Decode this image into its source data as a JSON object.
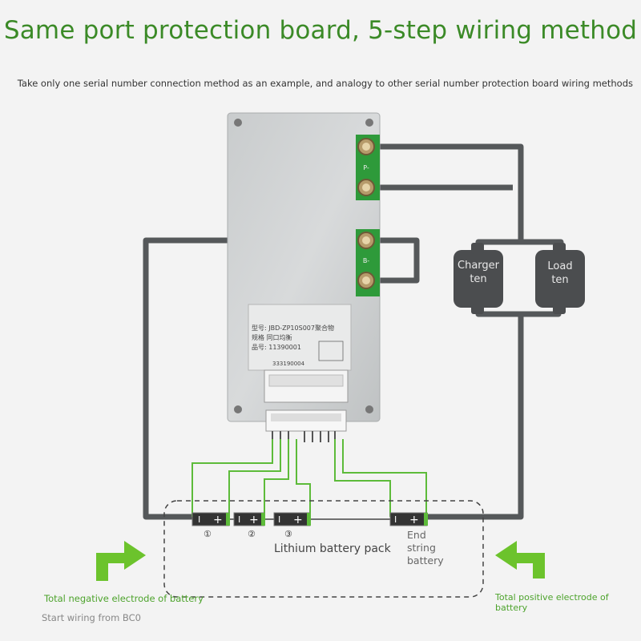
{
  "header": {
    "title": "Same port protection board, 5-step wiring method",
    "subtitle": "Take only one serial number connection method as an example, and analogy to other serial number protection board wiring methods"
  },
  "board": {
    "p_label": "P-",
    "b_label": "B-",
    "sticker": {
      "model_line": "型号: JBD-ZP10S007聚合物",
      "spec_line": "规格          同口均衡",
      "part_line": "品号: 11390001",
      "code_line": "333190004"
    }
  },
  "loads": {
    "charger": [
      "Charger",
      "ten"
    ],
    "load": [
      "Load",
      "ten"
    ]
  },
  "battery": {
    "cells": [
      {
        "minus": "I",
        "plus": "+",
        "num": "①"
      },
      {
        "minus": "I",
        "plus": "+",
        "num": "②"
      },
      {
        "minus": "I",
        "plus": "+",
        "num": "③"
      },
      {
        "minus": "I",
        "plus": "+",
        "num": ""
      }
    ],
    "pack_label": "Lithium battery pack",
    "end_label": [
      "End",
      "string",
      "battery"
    ]
  },
  "annotations": {
    "total_negative": "Total negative electrode of battery",
    "start_wiring": "Start wiring from BC0",
    "total_positive": "Total positive electrode of battery"
  },
  "colors": {
    "title": "#3b8a27",
    "green_text": "#4da32c",
    "cable": "#55585a",
    "balance_wire": "#5dbb3a",
    "arrow": "#6cc32c"
  }
}
